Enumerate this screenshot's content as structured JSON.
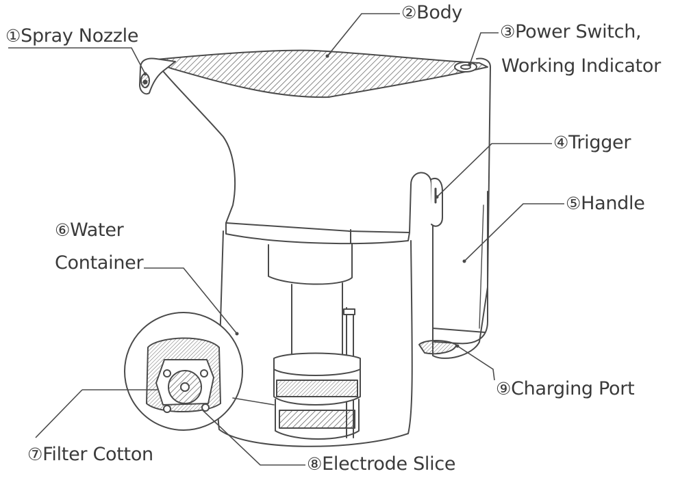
{
  "labels": {
    "spray_nozzle": {
      "num": "①",
      "text": "Spray Nozzle"
    },
    "body": {
      "num": "②",
      "text": "Body"
    },
    "power_switch": {
      "num": "③",
      "text": "Power Switch,",
      "text2": "Working Indicator"
    },
    "trigger": {
      "num": "④",
      "text": "Trigger"
    },
    "handle": {
      "num": "⑤",
      "text": "Handle"
    },
    "water_container": {
      "num": "⑥",
      "text": "Water",
      "text2": "Container"
    },
    "filter_cotton": {
      "num": "⑦",
      "text": "Filter Cotton"
    },
    "electrode_slice": {
      "num": "⑧",
      "text": "Electrode Slice"
    },
    "charging_port": {
      "num": "⑨",
      "text": "Charging Port"
    }
  },
  "colors": {
    "line": "#4a4a4a",
    "text": "#3a3a3a",
    "hatch": "#555555"
  }
}
